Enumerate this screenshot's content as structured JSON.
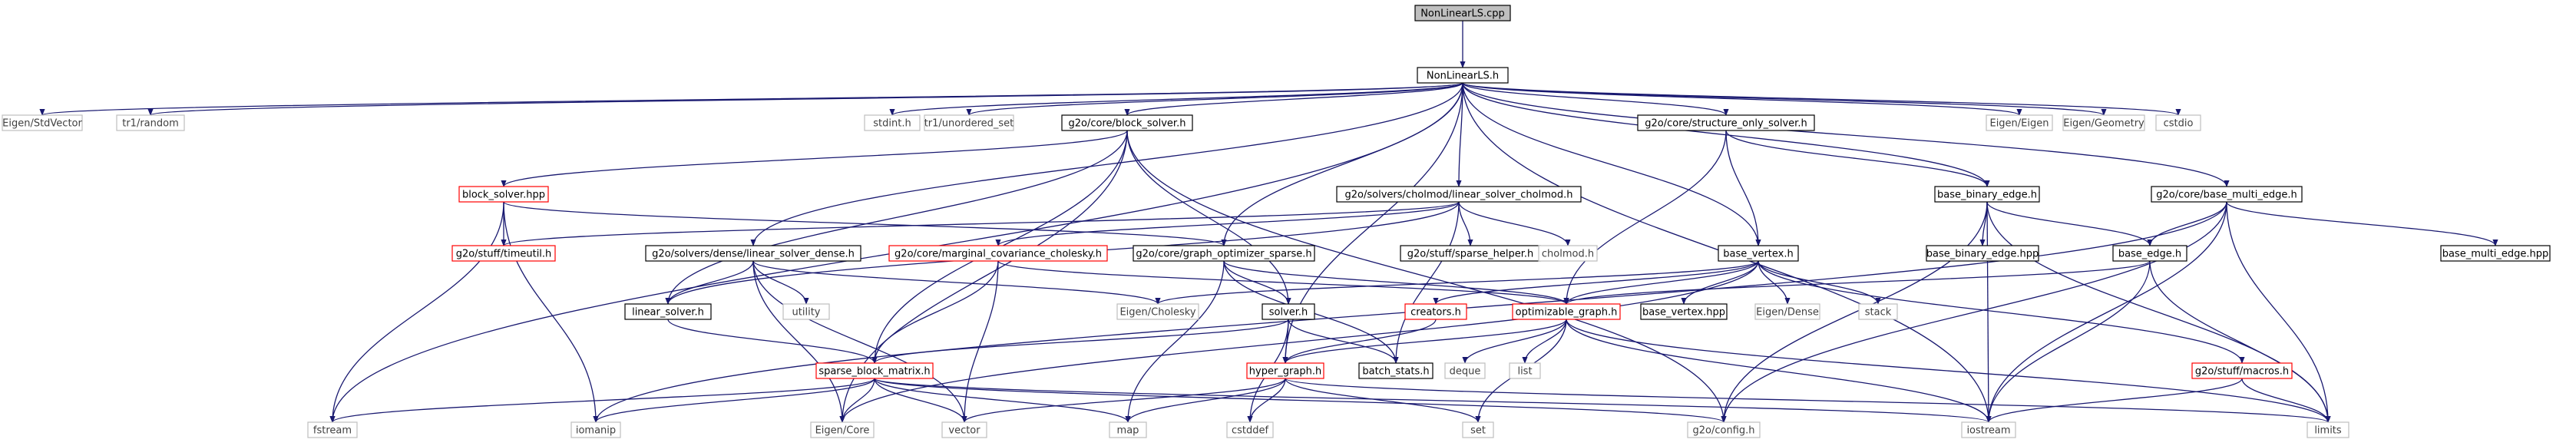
{
  "graph": {
    "colors": {
      "edge": "#191970",
      "root_fill": "#bfbfbf",
      "node_border": "#000000",
      "missing_border": "#ff0000",
      "external_border": "#bfbfbf",
      "external_text": "#404040",
      "text": "#000000"
    },
    "nodes": [
      {
        "id": "NonLinearLS.cpp",
        "label": "NonLinearLS.cpp",
        "kind": "root"
      },
      {
        "id": "NonLinearLS.h",
        "label": "NonLinearLS.h",
        "kind": "file"
      },
      {
        "id": "Eigen/StdVector",
        "label": "Eigen/StdVector",
        "kind": "external"
      },
      {
        "id": "tr1/random",
        "label": "tr1/random",
        "kind": "external"
      },
      {
        "id": "stdint.h",
        "label": "stdint.h",
        "kind": "external"
      },
      {
        "id": "tr1/unordered_set",
        "label": "tr1/unordered_set",
        "kind": "external"
      },
      {
        "id": "g2o/core/block_solver.h",
        "label": "g2o/core/block_solver.h",
        "kind": "file"
      },
      {
        "id": "g2o/core/structure_only_solver.h",
        "label": "g2o/core/structure_only_solver.h",
        "kind": "file"
      },
      {
        "id": "Eigen/Eigen",
        "label": "Eigen/Eigen",
        "kind": "external"
      },
      {
        "id": "Eigen/Geometry",
        "label": "Eigen/Geometry",
        "kind": "external"
      },
      {
        "id": "cstdio",
        "label": "cstdio",
        "kind": "external"
      },
      {
        "id": "block_solver.hpp",
        "label": "block_solver.hpp",
        "kind": "missing"
      },
      {
        "id": "g2o/solvers/cholmod/linear_solver_cholmod.h",
        "label": "g2o/solvers/cholmod/linear_solver_cholmod.h",
        "kind": "file"
      },
      {
        "id": "base_binary_edge.h",
        "label": "base_binary_edge.h",
        "kind": "file"
      },
      {
        "id": "g2o/core/base_multi_edge.h",
        "label": "g2o/core/base_multi_edge.h",
        "kind": "file"
      },
      {
        "id": "g2o/stuff/timeutil.h",
        "label": "g2o/stuff/timeutil.h",
        "kind": "missing"
      },
      {
        "id": "g2o/solvers/dense/linear_solver_dense.h",
        "label": "g2o/solvers/dense/linear_solver_dense.h",
        "kind": "file"
      },
      {
        "id": "g2o/core/marginal_covariance_cholesky.h",
        "label": "g2o/core/marginal_covariance_cholesky.h",
        "kind": "missing"
      },
      {
        "id": "g2o/core/graph_optimizer_sparse.h",
        "label": "g2o/core/graph_optimizer_sparse.h",
        "kind": "file"
      },
      {
        "id": "g2o/stuff/sparse_helper.h",
        "label": "g2o/stuff/sparse_helper.h",
        "kind": "file"
      },
      {
        "id": "cholmod.h",
        "label": "cholmod.h",
        "kind": "external"
      },
      {
        "id": "base_vertex.h",
        "label": "base_vertex.h",
        "kind": "file"
      },
      {
        "id": "base_binary_edge.hpp",
        "label": "base_binary_edge.hpp",
        "kind": "file"
      },
      {
        "id": "base_edge.h",
        "label": "base_edge.h",
        "kind": "file"
      },
      {
        "id": "base_multi_edge.hpp",
        "label": "base_multi_edge.hpp",
        "kind": "file"
      },
      {
        "id": "linear_solver.h",
        "label": "linear_solver.h",
        "kind": "file"
      },
      {
        "id": "utility",
        "label": "utility",
        "kind": "external"
      },
      {
        "id": "Eigen/Cholesky",
        "label": "Eigen/Cholesky",
        "kind": "external"
      },
      {
        "id": "solver.h",
        "label": "solver.h",
        "kind": "file"
      },
      {
        "id": "creators.h",
        "label": "creators.h",
        "kind": "missing"
      },
      {
        "id": "optimizable_graph.h",
        "label": "optimizable_graph.h",
        "kind": "missing"
      },
      {
        "id": "base_vertex.hpp",
        "label": "base_vertex.hpp",
        "kind": "file"
      },
      {
        "id": "Eigen/Dense",
        "label": "Eigen/Dense",
        "kind": "external"
      },
      {
        "id": "stack",
        "label": "stack",
        "kind": "external"
      },
      {
        "id": "sparse_block_matrix.h",
        "label": "sparse_block_matrix.h",
        "kind": "missing"
      },
      {
        "id": "hyper_graph.h",
        "label": "hyper_graph.h",
        "kind": "missing"
      },
      {
        "id": "batch_stats.h",
        "label": "batch_stats.h",
        "kind": "file"
      },
      {
        "id": "deque",
        "label": "deque",
        "kind": "external"
      },
      {
        "id": "list",
        "label": "list",
        "kind": "external"
      },
      {
        "id": "g2o/stuff/macros.h",
        "label": "g2o/stuff/macros.h",
        "kind": "missing"
      },
      {
        "id": "fstream",
        "label": "fstream",
        "kind": "external"
      },
      {
        "id": "iomanip",
        "label": "iomanip",
        "kind": "external"
      },
      {
        "id": "Eigen/Core",
        "label": "Eigen/Core",
        "kind": "external"
      },
      {
        "id": "vector",
        "label": "vector",
        "kind": "external"
      },
      {
        "id": "map",
        "label": "map",
        "kind": "external"
      },
      {
        "id": "cstddef",
        "label": "cstddef",
        "kind": "external"
      },
      {
        "id": "set",
        "label": "set",
        "kind": "external"
      },
      {
        "id": "g2o/config.h",
        "label": "g2o/config.h",
        "kind": "external"
      },
      {
        "id": "iostream",
        "label": "iostream",
        "kind": "external"
      },
      {
        "id": "limits",
        "label": "limits",
        "kind": "external"
      }
    ],
    "edges": [
      [
        "NonLinearLS.cpp",
        "NonLinearLS.h"
      ],
      [
        "NonLinearLS.h",
        "Eigen/StdVector"
      ],
      [
        "NonLinearLS.h",
        "tr1/random"
      ],
      [
        "NonLinearLS.h",
        "stdint.h"
      ],
      [
        "NonLinearLS.h",
        "tr1/unordered_set"
      ],
      [
        "NonLinearLS.h",
        "g2o/core/block_solver.h"
      ],
      [
        "NonLinearLS.h",
        "g2o/core/structure_only_solver.h"
      ],
      [
        "NonLinearLS.h",
        "Eigen/Eigen"
      ],
      [
        "NonLinearLS.h",
        "Eigen/Geometry"
      ],
      [
        "NonLinearLS.h",
        "cstdio"
      ],
      [
        "NonLinearLS.h",
        "g2o/solvers/cholmod/linear_solver_cholmod.h"
      ],
      [
        "NonLinearLS.h",
        "base_binary_edge.h"
      ],
      [
        "NonLinearLS.h",
        "g2o/core/base_multi_edge.h"
      ],
      [
        "NonLinearLS.h",
        "g2o/solvers/dense/linear_solver_dense.h"
      ],
      [
        "NonLinearLS.h",
        "g2o/core/graph_optimizer_sparse.h"
      ],
      [
        "NonLinearLS.h",
        "base_vertex.h"
      ],
      [
        "NonLinearLS.h",
        "hyper_graph.h"
      ],
      [
        "NonLinearLS.h",
        "fstream"
      ],
      [
        "NonLinearLS.h",
        "iostream"
      ],
      [
        "g2o/core/block_solver.h",
        "block_solver.hpp"
      ],
      [
        "g2o/core/block_solver.h",
        "solver.h"
      ],
      [
        "g2o/core/block_solver.h",
        "linear_solver.h"
      ],
      [
        "g2o/core/block_solver.h",
        "sparse_block_matrix.h"
      ],
      [
        "g2o/core/block_solver.h",
        "Eigen/Core"
      ],
      [
        "g2o/core/block_solver.h",
        "g2o/config.h"
      ],
      [
        "g2o/core/structure_only_solver.h",
        "base_binary_edge.h"
      ],
      [
        "g2o/core/structure_only_solver.h",
        "base_vertex.h"
      ],
      [
        "g2o/core/structure_only_solver.h",
        "optimizable_graph.h"
      ],
      [
        "block_solver.hpp",
        "g2o/stuff/timeutil.h"
      ],
      [
        "block_solver.hpp",
        "g2o/core/graph_optimizer_sparse.h"
      ],
      [
        "block_solver.hpp",
        "fstream"
      ],
      [
        "block_solver.hpp",
        "iomanip"
      ],
      [
        "g2o/solvers/cholmod/linear_solver_cholmod.h",
        "g2o/stuff/timeutil.h"
      ],
      [
        "g2o/solvers/cholmod/linear_solver_cholmod.h",
        "g2o/core/marginal_covariance_cholesky.h"
      ],
      [
        "g2o/solvers/cholmod/linear_solver_cholmod.h",
        "g2o/stuff/sparse_helper.h"
      ],
      [
        "g2o/solvers/cholmod/linear_solver_cholmod.h",
        "cholmod.h"
      ],
      [
        "g2o/solvers/cholmod/linear_solver_cholmod.h",
        "linear_solver.h"
      ],
      [
        "g2o/solvers/cholmod/linear_solver_cholmod.h",
        "batch_stats.h"
      ],
      [
        "base_binary_edge.h",
        "base_binary_edge.hpp"
      ],
      [
        "base_binary_edge.h",
        "base_edge.h"
      ],
      [
        "base_binary_edge.h",
        "iostream"
      ],
      [
        "base_binary_edge.h",
        "limits"
      ],
      [
        "base_binary_edge.h",
        "g2o/config.h"
      ],
      [
        "g2o/core/base_multi_edge.h",
        "base_edge.h"
      ],
      [
        "g2o/core/base_multi_edge.h",
        "base_multi_edge.hpp"
      ],
      [
        "g2o/core/base_multi_edge.h",
        "iomanip"
      ],
      [
        "g2o/core/base_multi_edge.h",
        "iostream"
      ],
      [
        "g2o/core/base_multi_edge.h",
        "limits"
      ],
      [
        "g2o/core/base_multi_edge.h",
        "g2o/config.h"
      ],
      [
        "g2o/solvers/dense/linear_solver_dense.h",
        "linear_solver.h"
      ],
      [
        "g2o/solvers/dense/linear_solver_dense.h",
        "utility"
      ],
      [
        "g2o/solvers/dense/linear_solver_dense.h",
        "Eigen/Cholesky"
      ],
      [
        "g2o/solvers/dense/linear_solver_dense.h",
        "vector"
      ],
      [
        "g2o/solvers/dense/linear_solver_dense.h",
        "Eigen/Core"
      ],
      [
        "g2o/core/marginal_covariance_cholesky.h",
        "optimizable_graph.h"
      ],
      [
        "g2o/core/marginal_covariance_cholesky.h",
        "sparse_block_matrix.h"
      ],
      [
        "g2o/core/marginal_covariance_cholesky.h",
        "vector"
      ],
      [
        "g2o/core/graph_optimizer_sparse.h",
        "optimizable_graph.h"
      ],
      [
        "g2o/core/graph_optimizer_sparse.h",
        "solver.h"
      ],
      [
        "g2o/core/graph_optimizer_sparse.h",
        "batch_stats.h"
      ],
      [
        "g2o/core/graph_optimizer_sparse.h",
        "map"
      ],
      [
        "base_vertex.h",
        "optimizable_graph.h"
      ],
      [
        "base_vertex.h",
        "base_vertex.hpp"
      ],
      [
        "base_vertex.h",
        "creators.h"
      ],
      [
        "base_vertex.h",
        "Eigen/Cholesky"
      ],
      [
        "base_vertex.h",
        "Eigen/Dense"
      ],
      [
        "base_vertex.h",
        "stack"
      ],
      [
        "base_vertex.h",
        "g2o/stuff/macros.h"
      ],
      [
        "base_vertex.h",
        "Eigen/Core"
      ],
      [
        "base_edge.h",
        "optimizable_graph.h"
      ],
      [
        "base_edge.h",
        "iostream"
      ],
      [
        "base_edge.h",
        "limits"
      ],
      [
        "linear_solver.h",
        "sparse_block_matrix.h"
      ],
      [
        "solver.h",
        "hyper_graph.h"
      ],
      [
        "solver.h",
        "batch_stats.h"
      ],
      [
        "solver.h",
        "sparse_block_matrix.h"
      ],
      [
        "solver.h",
        "cstddef"
      ],
      [
        "creators.h",
        "hyper_graph.h"
      ],
      [
        "optimizable_graph.h",
        "hyper_graph.h"
      ],
      [
        "optimizable_graph.h",
        "deque"
      ],
      [
        "optimizable_graph.h",
        "list"
      ],
      [
        "optimizable_graph.h",
        "set"
      ],
      [
        "optimizable_graph.h",
        "iostream"
      ],
      [
        "optimizable_graph.h",
        "limits"
      ],
      [
        "sparse_block_matrix.h",
        "fstream"
      ],
      [
        "sparse_block_matrix.h",
        "iomanip"
      ],
      [
        "sparse_block_matrix.h",
        "Eigen/Core"
      ],
      [
        "sparse_block_matrix.h",
        "vector"
      ],
      [
        "sparse_block_matrix.h",
        "map"
      ],
      [
        "sparse_block_matrix.h",
        "g2o/config.h"
      ],
      [
        "sparse_block_matrix.h",
        "iostream"
      ],
      [
        "hyper_graph.h",
        "map"
      ],
      [
        "hyper_graph.h",
        "set"
      ],
      [
        "hyper_graph.h",
        "vector"
      ],
      [
        "hyper_graph.h",
        "cstddef"
      ],
      [
        "hyper_graph.h",
        "limits"
      ],
      [
        "g2o/stuff/macros.h",
        "limits"
      ],
      [
        "g2o/stuff/macros.h",
        "iostream"
      ]
    ]
  }
}
